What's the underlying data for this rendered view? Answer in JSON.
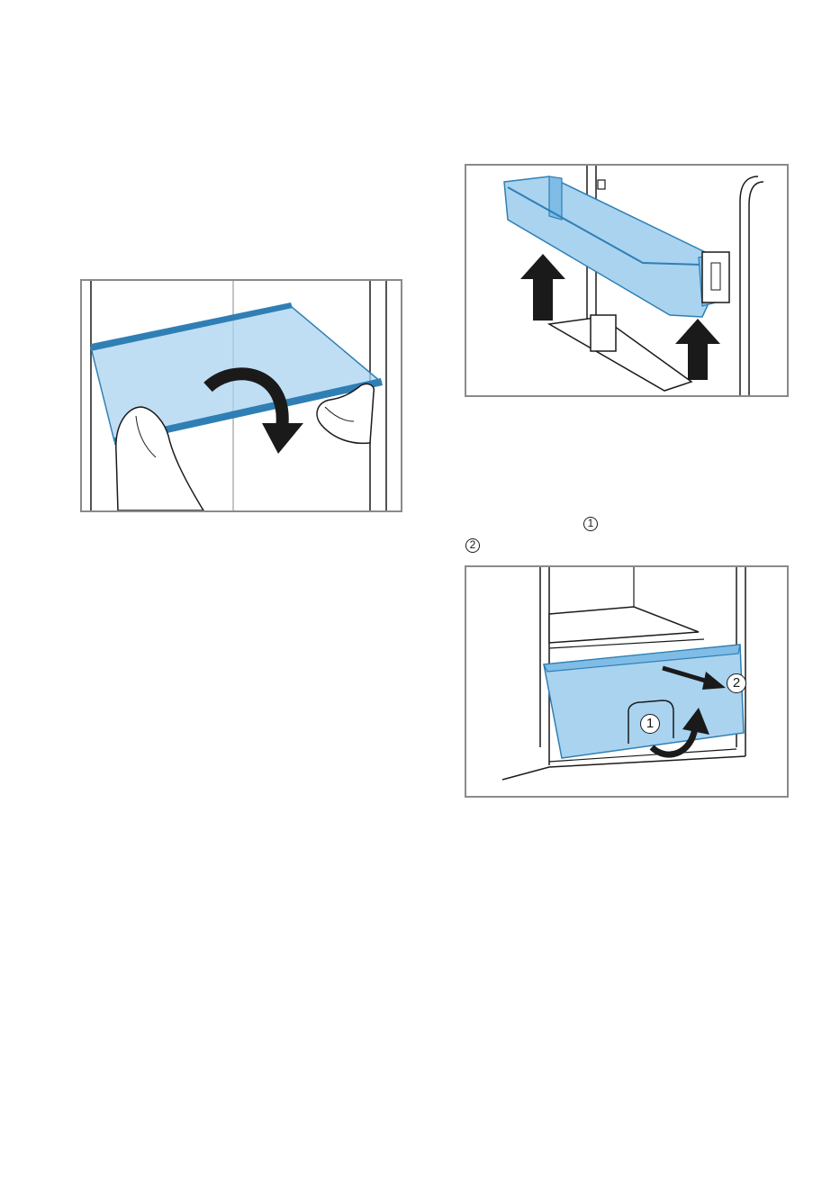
{
  "markers": {
    "inline_step_1": "1",
    "inline_step_2": "2",
    "drawer_step_1": "1",
    "drawer_step_2": "2"
  },
  "colors": {
    "part_fill": "#a9d3ef",
    "part_edge": "#2f7fb5",
    "line": "#1a1a1a",
    "frame": "#8a8a8a"
  },
  "icons": {
    "shelf_rotate": "curved-arrow-down-icon",
    "lift_up": "arrow-up-icon",
    "pull_out": "arrow-right-icon",
    "lift_drawer": "curved-arrow-up-icon"
  }
}
